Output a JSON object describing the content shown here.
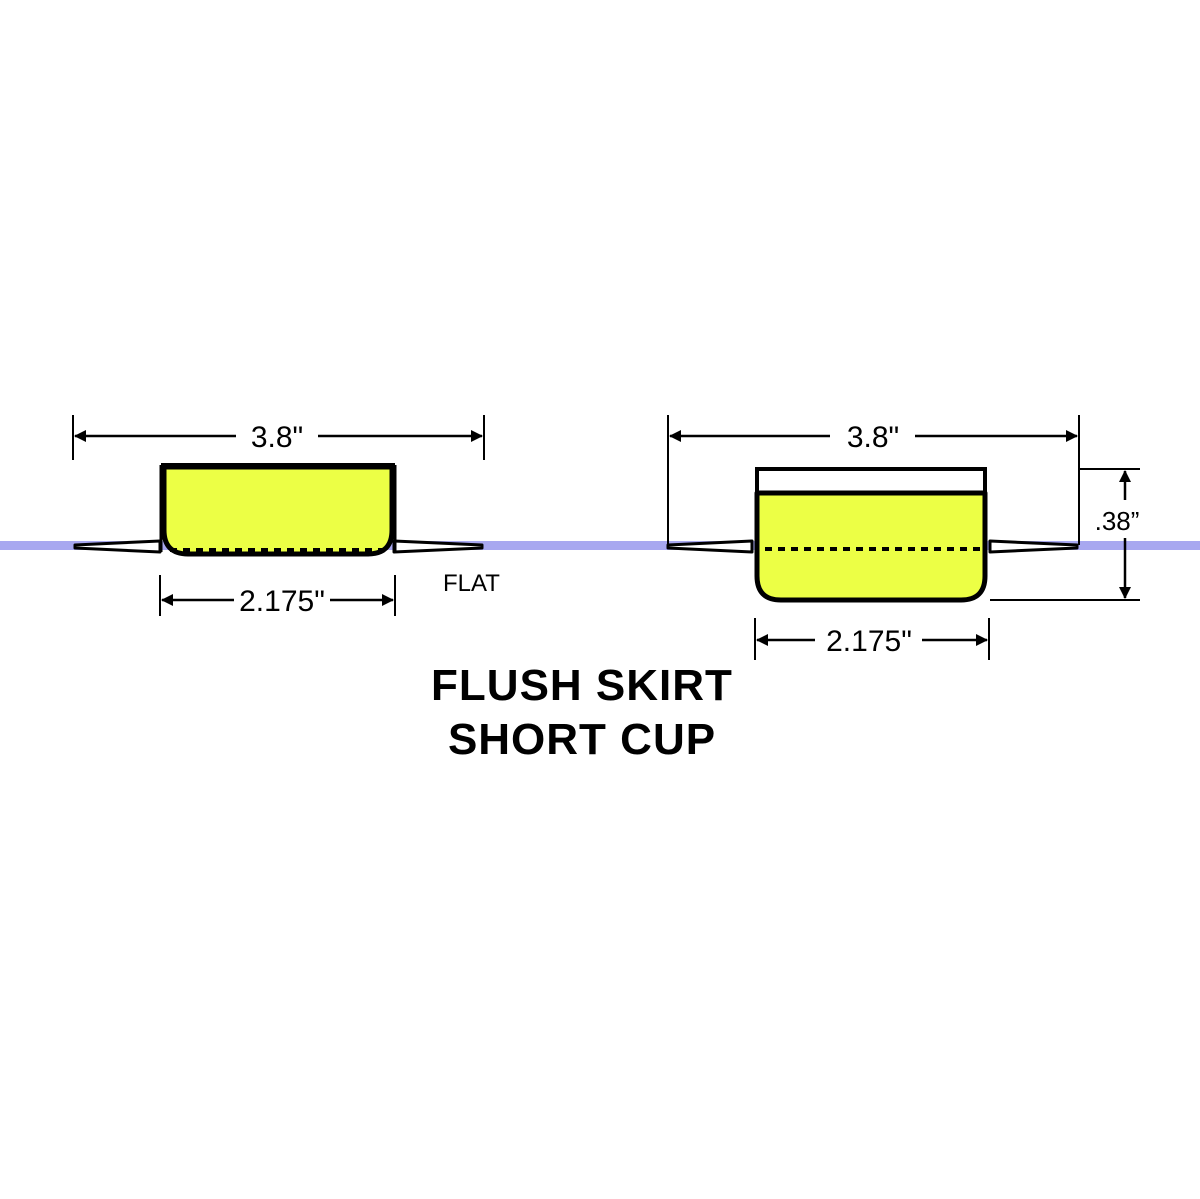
{
  "colors": {
    "background": "#ffffff",
    "surface_line": "#a8a8f0",
    "cup_fill": "#ecff45",
    "outline": "#000000"
  },
  "left_cup": {
    "width_label": "3.8\"",
    "cup_width_label": "2.175\"",
    "state_label": "FLAT"
  },
  "right_cup": {
    "width_label": "3.8\"",
    "cup_width_label": "2.175\"",
    "depth_label": ".38”"
  },
  "title": {
    "line1": "FLUSH SKIRT",
    "line2": "SHORT CUP"
  }
}
